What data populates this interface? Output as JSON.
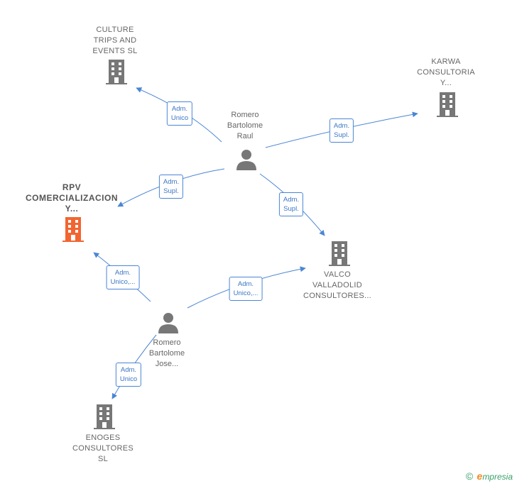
{
  "nodes": {
    "culture": {
      "label": "CULTURE\nTRIPS AND\nEVENTS  SL",
      "icon": "building-icon",
      "color": "#777777"
    },
    "karwa": {
      "label": "KARWA\nCONSULTORIA\nY...",
      "icon": "building-icon",
      "color": "#777777"
    },
    "rpv": {
      "label": "RPV\nCOMERCIALIZACION\nY...",
      "icon": "building-icon",
      "color": "#f26531"
    },
    "valco": {
      "label": "VALCO\nVALLADOLID\nCONSULTORES...",
      "icon": "building-icon",
      "color": "#777777"
    },
    "enoges": {
      "label": "ENOGES\nCONSULTORES\nSL",
      "icon": "building-icon",
      "color": "#777777"
    },
    "raul": {
      "label": "Romero\nBartolome\nRaul",
      "icon": "person-icon",
      "color": "#777777"
    },
    "jose": {
      "label": "Romero\nBartolome\nJose...",
      "icon": "person-icon",
      "color": "#777777"
    }
  },
  "edges": [
    {
      "id": "raul-culture",
      "label": "Adm.\nUnico"
    },
    {
      "id": "raul-karwa",
      "label": "Adm.\nSupl."
    },
    {
      "id": "raul-rpv",
      "label": "Adm.\nSupl."
    },
    {
      "id": "raul-valco",
      "label": "Adm.\nSupl."
    },
    {
      "id": "jose-rpv",
      "label": "Adm.\nUnico,..."
    },
    {
      "id": "jose-valco",
      "label": "Adm.\nUnico,..."
    },
    {
      "id": "jose-enoges",
      "label": "Adm.\nUnico"
    }
  ],
  "colors": {
    "edge": "#4a86d4",
    "highlight": "#f26531",
    "node": "#777777"
  },
  "footer": {
    "copyright": "©",
    "brand_initial": "e",
    "brand_rest": "mpresia"
  }
}
